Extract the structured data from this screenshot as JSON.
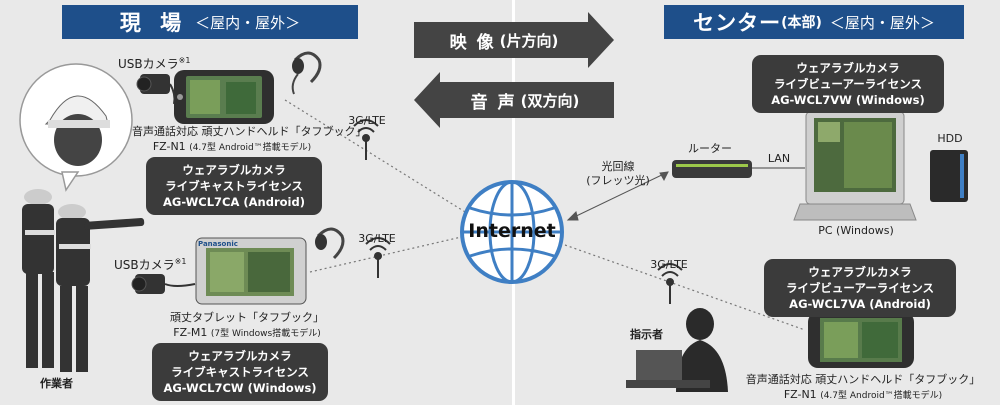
{
  "headers": {
    "site": {
      "main": "現 場",
      "sub": "＜屋内・屋外＞"
    },
    "center": {
      "main": "センター",
      "paren": "(本部)",
      "sub": "＜屋内・屋外＞"
    }
  },
  "arrows": {
    "video": {
      "main": "映 像",
      "paren": "(片方向)"
    },
    "audio": {
      "main": "音 声",
      "paren": "(双方向)"
    }
  },
  "site": {
    "usb_camera_1": "USBカメラ",
    "usb_camera_2": "USBカメラ",
    "usb_sup": "※1",
    "handheld": {
      "line1": "音声通話対応 頑丈ハンドヘルド「タフブック」",
      "model": "FZ-N1",
      "detail": "(4.7型 Android™搭載モデル)"
    },
    "handheld_license": {
      "line1": "ウェアラブルカメラ",
      "line2": "ライブキャストライセンス",
      "line3": "AG-WCL7CA (Android)"
    },
    "tablet_brand": "Panasonic",
    "tablet": {
      "line1": "頑丈タブレット「タフブック」",
      "model": "FZ-M1",
      "detail": "(7型 Windows搭載モデル)"
    },
    "tablet_license": {
      "line1": "ウェアラブルカメラ",
      "line2": "ライブキャストライセンス",
      "line3": "AG-WCL7CW (Windows)"
    },
    "worker_label": "作業者",
    "net1": "3G/LTE",
    "net2": "3G/LTE"
  },
  "internet": "Internet",
  "center": {
    "pc_license": {
      "line1": "ウェアラブルカメラ",
      "line2": "ライブビューアーライセンス",
      "line3": "AG-WCL7VW (Windows)"
    },
    "router_label": "ルーター",
    "lan_label": "LAN",
    "hdd_label": "HDD",
    "fiber_line1": "光回線",
    "fiber_line2": "(フレッツ光)",
    "pc_caption": "PC (Windows)",
    "net3": "3G/LTE",
    "android_license": {
      "line1": "ウェアラブルカメラ",
      "line2": "ライブビューアーライセンス",
      "line3": "AG-WCL7VA (Android)"
    },
    "instructor_label": "指示者",
    "handheld": {
      "line1": "音声通話対応 頑丈ハンドヘルド「タフブック」",
      "model": "FZ-N1",
      "detail": "(4.7型 Android™搭載モデル)"
    }
  },
  "colors": {
    "header_blue": "#1e4f8a",
    "arrow_gray": "#444444",
    "license_bg": "#3b3b3b",
    "panel_bg": "#e9e9e9",
    "globe_blue": "#3f7fc4"
  }
}
